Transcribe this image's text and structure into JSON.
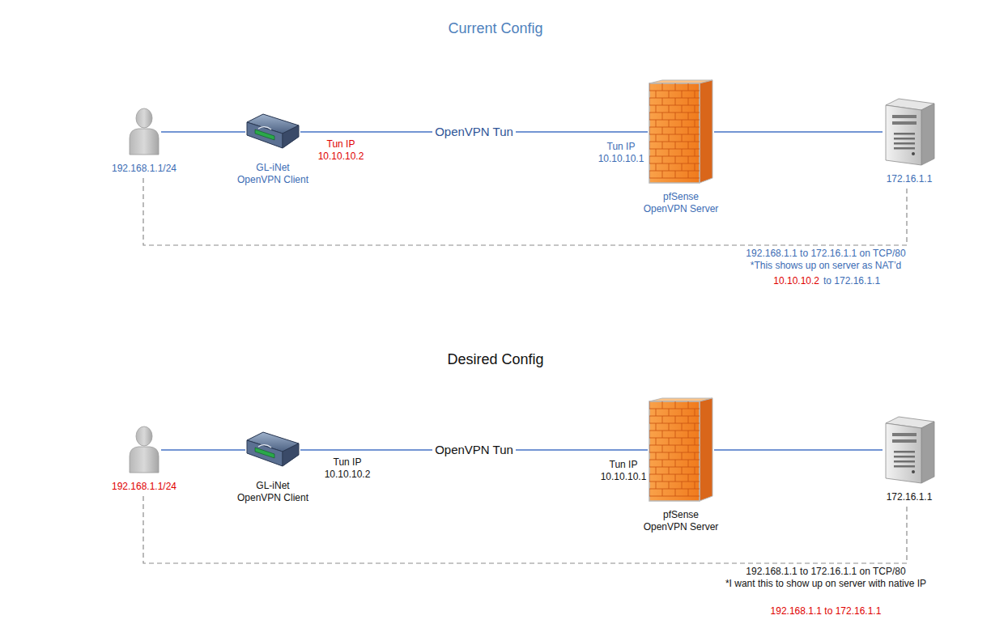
{
  "diagram": {
    "nodes": [
      {
        "text": [
          "192.168.1.1/24"
        ]
      },
      {
        "text": [
          "GL-iNet OpenVPN Client"
        ]
      },
      {
        "text": [
          "pfSense OpenVPN Server"
        ]
      },
      {
        "text": [
          "172.16.1.1"
        ]
      },
      {
        "text": [
          "192.168.1.1/24"
        ]
      },
      {
        "text": [
          "GL-iNet OpenVPN Client"
        ]
      },
      {
        "text": [
          "pfSense OpenVPN Server"
        ]
      },
      {
        "text": [
          "172.16.1.1"
        ]
      }
    ],
    "edges": [
      {
        "from": 0,
        "to": 1,
        "arrow": "none"
      },
      {
        "from": 1,
        "to": 2,
        "label": "OpenVPN Tun",
        "arrow": "none"
      },
      {
        "from": 2,
        "to": 3,
        "arrow": "none"
      },
      {
        "from": 0,
        "to": 3,
        "arrow": "none"
      },
      {
        "from": 4,
        "to": 5,
        "arrow": "none"
      },
      {
        "from": 5,
        "to": 6,
        "label": "OpenVPN Tun",
        "arrow": "none"
      },
      {
        "from": 6,
        "to": 7,
        "arrow": "none"
      },
      {
        "from": 4,
        "to": 7,
        "arrow": "none"
      }
    ],
    "labels": [
      "Current Config",
      "Tun IP 10.10.10.2",
      "Tun IP 10.10.10.1",
      "192.168.1.1 to 172.16.1.1 on TCP/80",
      "*This shows up on server as NAT’d",
      "10.10.10.2",
      "to 172.16.1.1",
      "Desired Config",
      "Tun IP 10.10.10.2",
      "Tun IP 10.10.10.1",
      "192.168.1.1 to 172.16.1.1 on TCP/80",
      "*I want this to show up on server with native IP",
      "192.168.1.1 to 172.16.1.1"
    ]
  }
}
